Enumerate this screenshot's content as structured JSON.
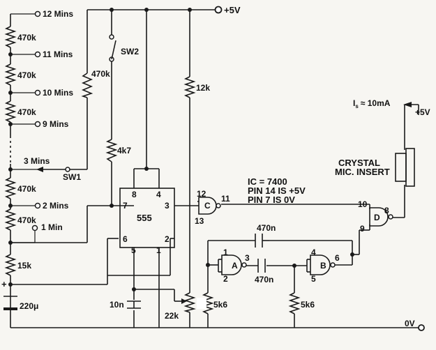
{
  "supply": {
    "plus5v_top": "+5V",
    "plus5v_right": "+5V",
    "ground": "0V",
    "current": "I",
    "current_sub": "s",
    "current_val": "≈ 10mA"
  },
  "ladder": {
    "resistors": [
      "470k",
      "470k",
      "470k",
      "470k",
      "470k",
      "15k"
    ],
    "taps": [
      "12 Mins",
      "11 Mins",
      "10 Mins",
      "9 Mins",
      "3 Mins",
      "2 Mins",
      "1 Min"
    ],
    "capacitor": "220μ",
    "cap_plus": "+"
  },
  "switches": {
    "sw1": "SW1",
    "sw2": "SW2"
  },
  "parts": {
    "r_sw": "470k",
    "r_4k7": "4k7",
    "r_12k": "12k",
    "c_10n": "10n",
    "pot_22k": "22k",
    "r_5k6_a": "5k6",
    "r_5k6_b": "5k6",
    "c_470n_a": "470n",
    "c_470n_b": "470n"
  },
  "chip555": {
    "label": "555",
    "pins": [
      "8",
      "4",
      "7",
      "3",
      "6",
      "2",
      "5",
      "1"
    ]
  },
  "gates": {
    "C": {
      "label": "C",
      "in1": "12",
      "in2": "13",
      "out": "11"
    },
    "A": {
      "label": "A",
      "in1": "1",
      "in2": "2",
      "out": "3"
    },
    "B": {
      "label": "B",
      "in1": "4",
      "in2": "5",
      "out": "6"
    },
    "D": {
      "label": "D",
      "in1": "10",
      "in2": "9",
      "out": "8"
    }
  },
  "notes": [
    "IC = 7400",
    "PIN 14 IS +5V",
    "PIN 7 IS 0V"
  ],
  "mic": [
    "CRYSTAL",
    "MIC. INSERT"
  ]
}
